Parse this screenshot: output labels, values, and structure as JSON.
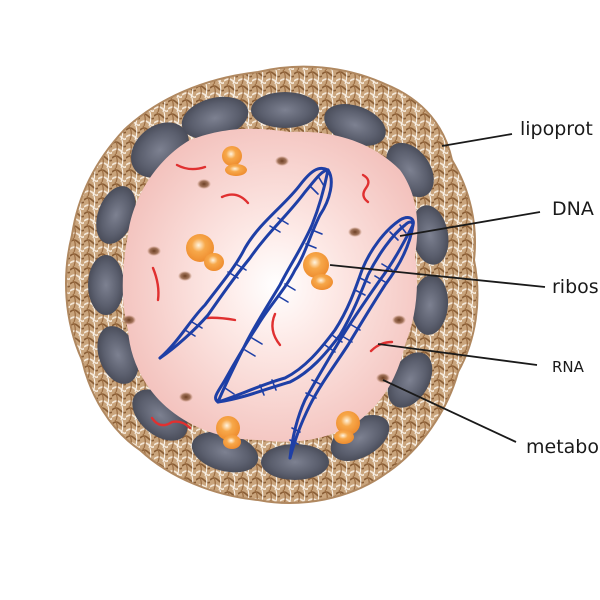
{
  "diagram": {
    "title": "Vesicle cross-section",
    "colors": {
      "membrane_fiber": "#a07548",
      "membrane_light": "#e6d3bd",
      "membrane_shadow": "#5e6270",
      "lumen_outer": "#f5c9c4",
      "lumen_inner": "#ffffff",
      "dna": "#1e3fa6",
      "rna": "#e03030",
      "ribosome": "#f29a3c",
      "metabolite": "#7a4a2e",
      "leader": "#1a1a1a"
    },
    "labels": [
      {
        "id": "lipoprotein",
        "text": "lipoprot"
      },
      {
        "id": "dna",
        "text": "DNA"
      },
      {
        "id": "ribosome",
        "text": "ribos"
      },
      {
        "id": "rna",
        "text": "RNA"
      },
      {
        "id": "metabolite",
        "text": "metabo"
      }
    ]
  }
}
